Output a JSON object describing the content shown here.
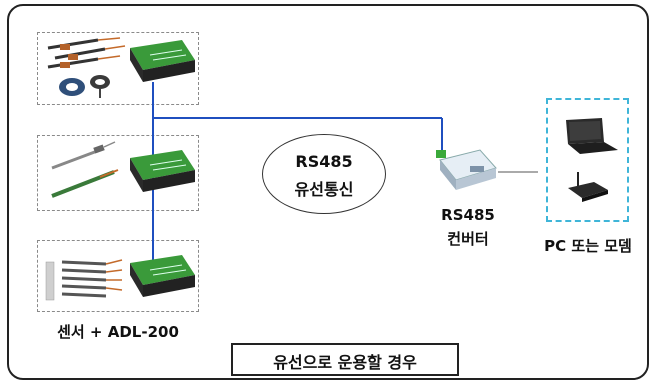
{
  "diagram": {
    "bus_label_line1": "RS485",
    "bus_label_line2": "유선통신",
    "converter_label_line1": "RS485",
    "converter_label_line2": "컨버터",
    "pc_label": "PC 또는 모뎀",
    "sensor_label": "센서 + ADL-200",
    "caption": "유선으로 운용할 경우"
  },
  "colors": {
    "bus_line": "#1f4fbf",
    "pc_box_border": "#3fb5d8",
    "logger_body": "#3a9a3a"
  },
  "icons": [
    "sensor-cable-icon",
    "current-transformer-icon",
    "data-logger-icon",
    "displacement-sensor-icon",
    "strain-gauge-icon",
    "rs485-converter-icon",
    "laptop-icon",
    "modem-icon"
  ]
}
